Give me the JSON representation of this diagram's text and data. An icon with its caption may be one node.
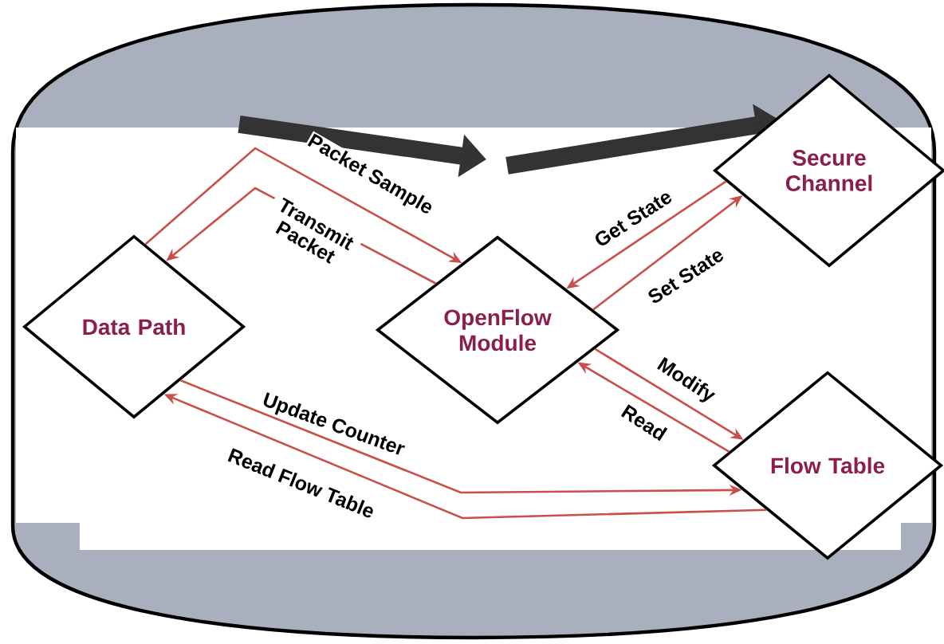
{
  "diagram": {
    "nodes": [
      {
        "text": [
          "Data Path"
        ]
      },
      {
        "text": [
          "OpenFlow Module"
        ]
      },
      {
        "text": [
          "Secure Channel"
        ]
      },
      {
        "text": [
          "Flow Table"
        ]
      }
    ],
    "edges": [
      {
        "from": 0,
        "to": 1,
        "arrow": "to",
        "label": "Packet Sample"
      },
      {
        "from": 1,
        "to": 0,
        "arrow": "to",
        "label": "Transmit Packet"
      },
      {
        "from": 2,
        "to": 1,
        "arrow": "to",
        "label": "Get State"
      },
      {
        "from": 1,
        "to": 2,
        "arrow": "to",
        "label": "Set State"
      },
      {
        "from": 1,
        "to": 3,
        "arrow": "to",
        "label": "Modify"
      },
      {
        "from": 3,
        "to": 1,
        "arrow": "to",
        "label": "Read"
      },
      {
        "from": 0,
        "to": 3,
        "arrow": "to",
        "label": "Update Counter"
      },
      {
        "from": 3,
        "to": 0,
        "arrow": "to",
        "label": "Read Flow Table"
      }
    ]
  }
}
